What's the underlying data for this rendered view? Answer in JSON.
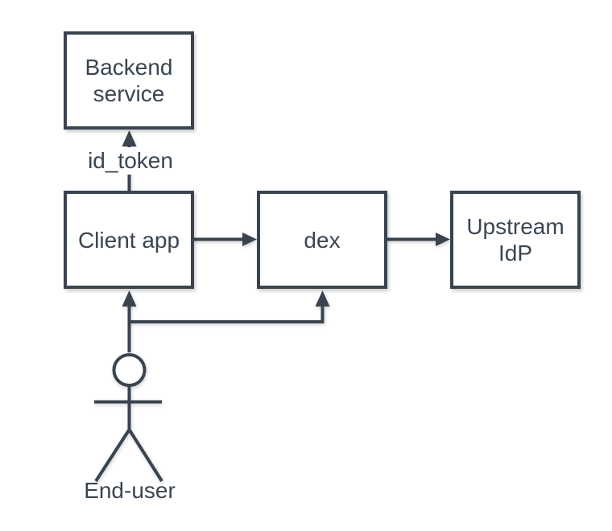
{
  "diagram": {
    "colors": {
      "stroke": "#3A4450",
      "text": "#394551",
      "node_fill": "#FFFFFF",
      "background": "#FFFFFF"
    },
    "nodes": [
      {
        "id": "backend-service",
        "label": "Backend service"
      },
      {
        "id": "client-app",
        "label": "Client app"
      },
      {
        "id": "dex",
        "label": "dex"
      },
      {
        "id": "upstream-idp",
        "label": "Upstream IdP"
      }
    ],
    "edges": [
      {
        "from": "Client app",
        "to": "Backend service",
        "label": "id_token"
      },
      {
        "from": "Client app",
        "to": "dex",
        "label": ""
      },
      {
        "from": "dex",
        "to": "Upstream IdP",
        "label": ""
      },
      {
        "from": "End-user",
        "to": "Client app",
        "label": ""
      },
      {
        "from": "End-user",
        "to": "dex",
        "label": ""
      }
    ],
    "actor": {
      "label": "End-user"
    }
  }
}
